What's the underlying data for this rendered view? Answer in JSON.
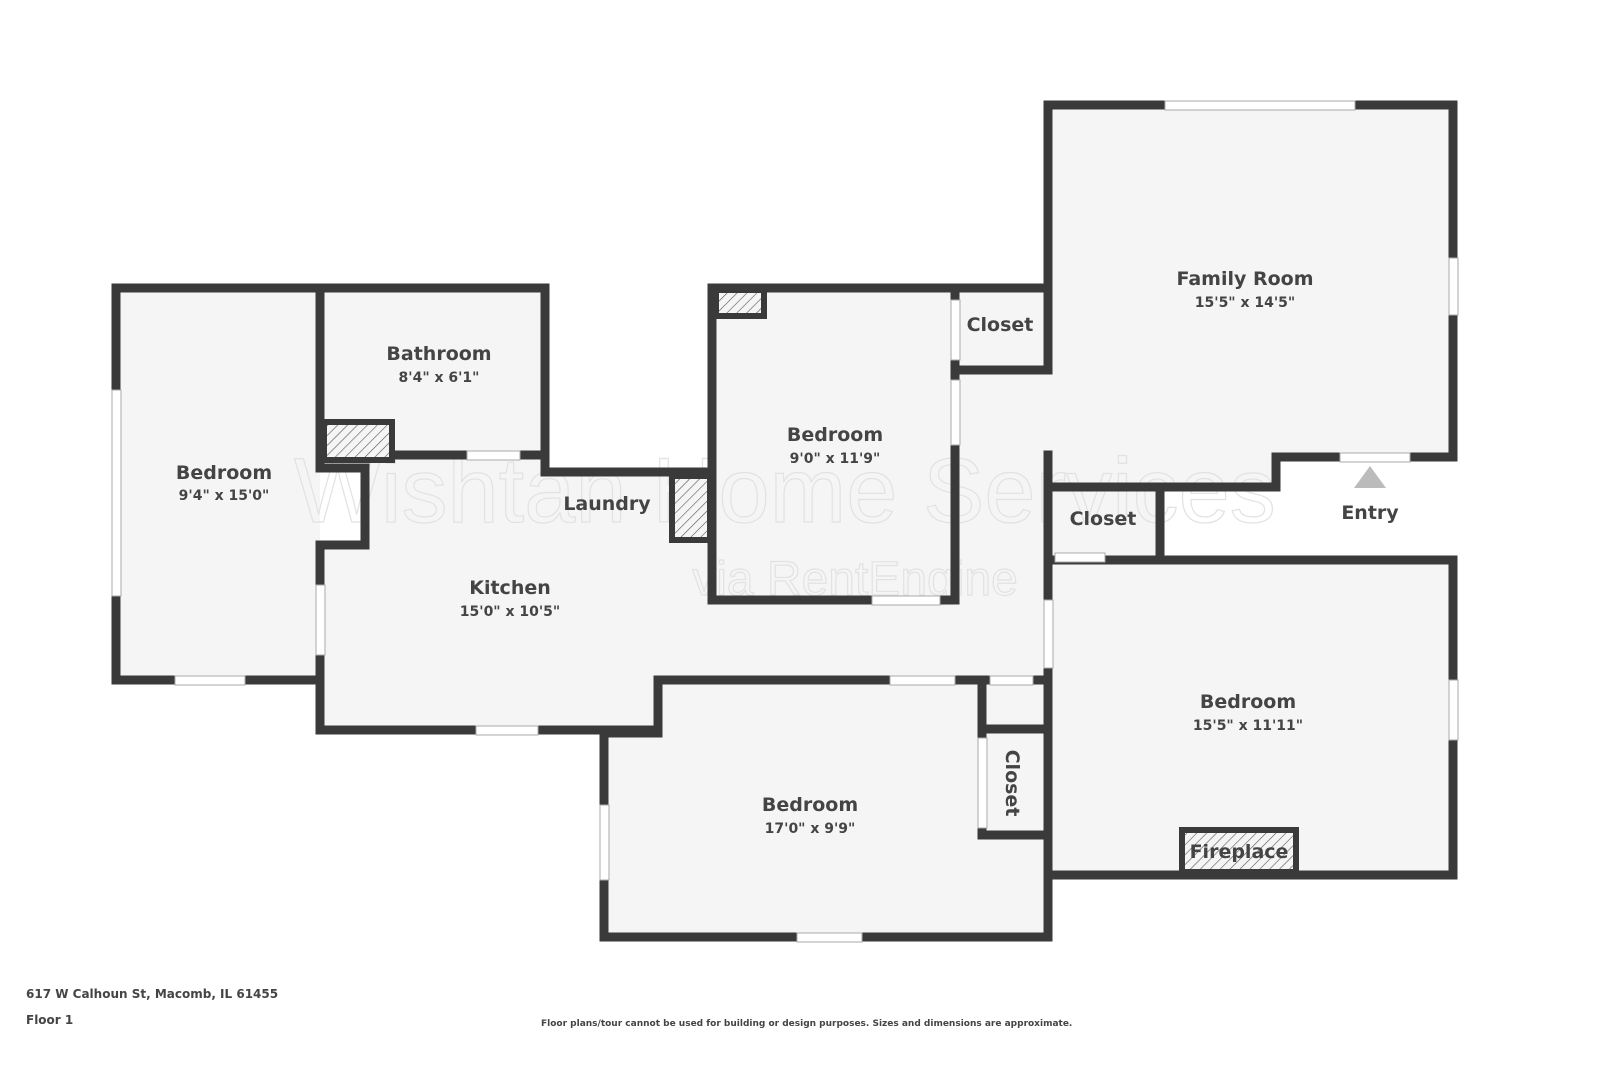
{
  "plan": {
    "address": "617 W Calhoun St, Macomb, IL 61455",
    "floor": "Floor 1",
    "disclaimer": "Floor plans/tour cannot be used for building or design purposes. Sizes and dimensions are approximate.",
    "watermark_main": "Wishtan Home Services",
    "watermark_sub": "via RentEngine",
    "colors": {
      "wall": "#3a3a3a",
      "floor": "#f5f5f5"
    }
  },
  "rooms": {
    "bedroom_left": {
      "name": "Bedroom",
      "dim": "9'4\" x 15'0\""
    },
    "bathroom": {
      "name": "Bathroom",
      "dim": "8'4\" x 6'1\""
    },
    "laundry": {
      "name": "Laundry"
    },
    "kitchen": {
      "name": "Kitchen",
      "dim": "15'0\" x 10'5\""
    },
    "bedroom_middle": {
      "name": "Bedroom",
      "dim": "9'0\" x 11'9\""
    },
    "closet_top": {
      "name": "Closet"
    },
    "family_room": {
      "name": "Family Room",
      "dim": "15'5\" x 14'5\""
    },
    "closet_mid": {
      "name": "Closet"
    },
    "entry": {
      "name": "Entry"
    },
    "bedroom_right": {
      "name": "Bedroom",
      "dim": "15'5\" x 11'11\""
    },
    "fireplace": {
      "name": "Fireplace"
    },
    "bedroom_bottom": {
      "name": "Bedroom",
      "dim": "17'0\" x 9'9\""
    },
    "closet_bottom": {
      "name": "Closet"
    }
  }
}
